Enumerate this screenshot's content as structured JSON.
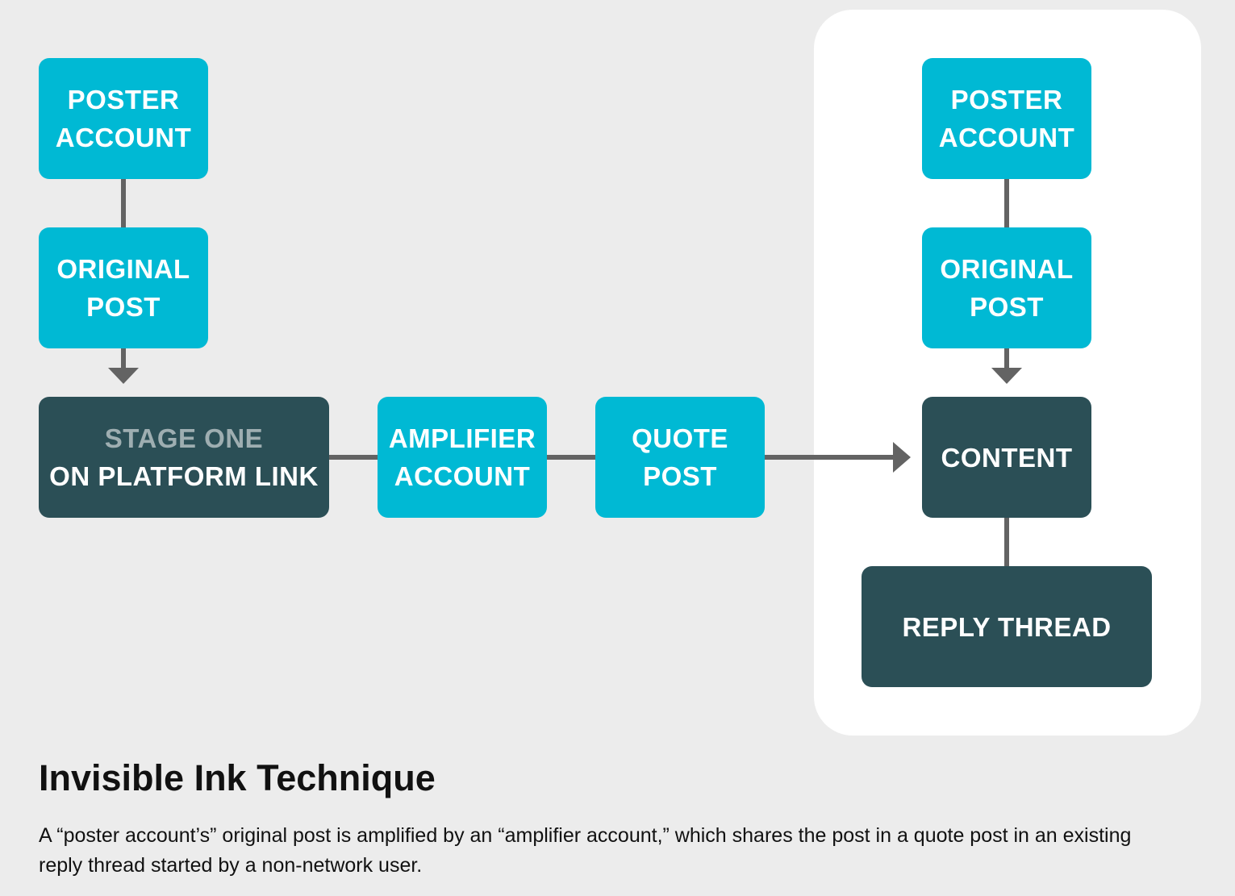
{
  "diagram": {
    "left_chain": {
      "poster_account": [
        "POSTER",
        "ACCOUNT"
      ],
      "original_post": [
        "ORIGINAL",
        "POST"
      ],
      "stage_one": [
        "STAGE ONE",
        "ON PLATFORM LINK"
      ]
    },
    "middle_chain": {
      "amplifier_account": [
        "AMPLIFIER",
        "ACCOUNT"
      ],
      "quote_post": [
        "QUOTE",
        "POST"
      ]
    },
    "right_panel": {
      "poster_account": [
        "POSTER",
        "ACCOUNT"
      ],
      "original_post": [
        "ORIGINAL",
        "POST"
      ],
      "content": "CONTENT",
      "reply_thread": "REPLY THREAD"
    },
    "colors": {
      "teal_box": "#00b9d4",
      "dark_box": "#2b4f56",
      "connector": "#636363",
      "muted_text": "#9eaeb1",
      "background": "#ececec",
      "panel": "#ffffff"
    }
  },
  "caption": {
    "title": "Invisible Ink Technique",
    "description": "A “poster account’s” original post is amplified by an “amplifier account,” which shares the post in a quote post in an existing reply thread started by a non-network user."
  }
}
